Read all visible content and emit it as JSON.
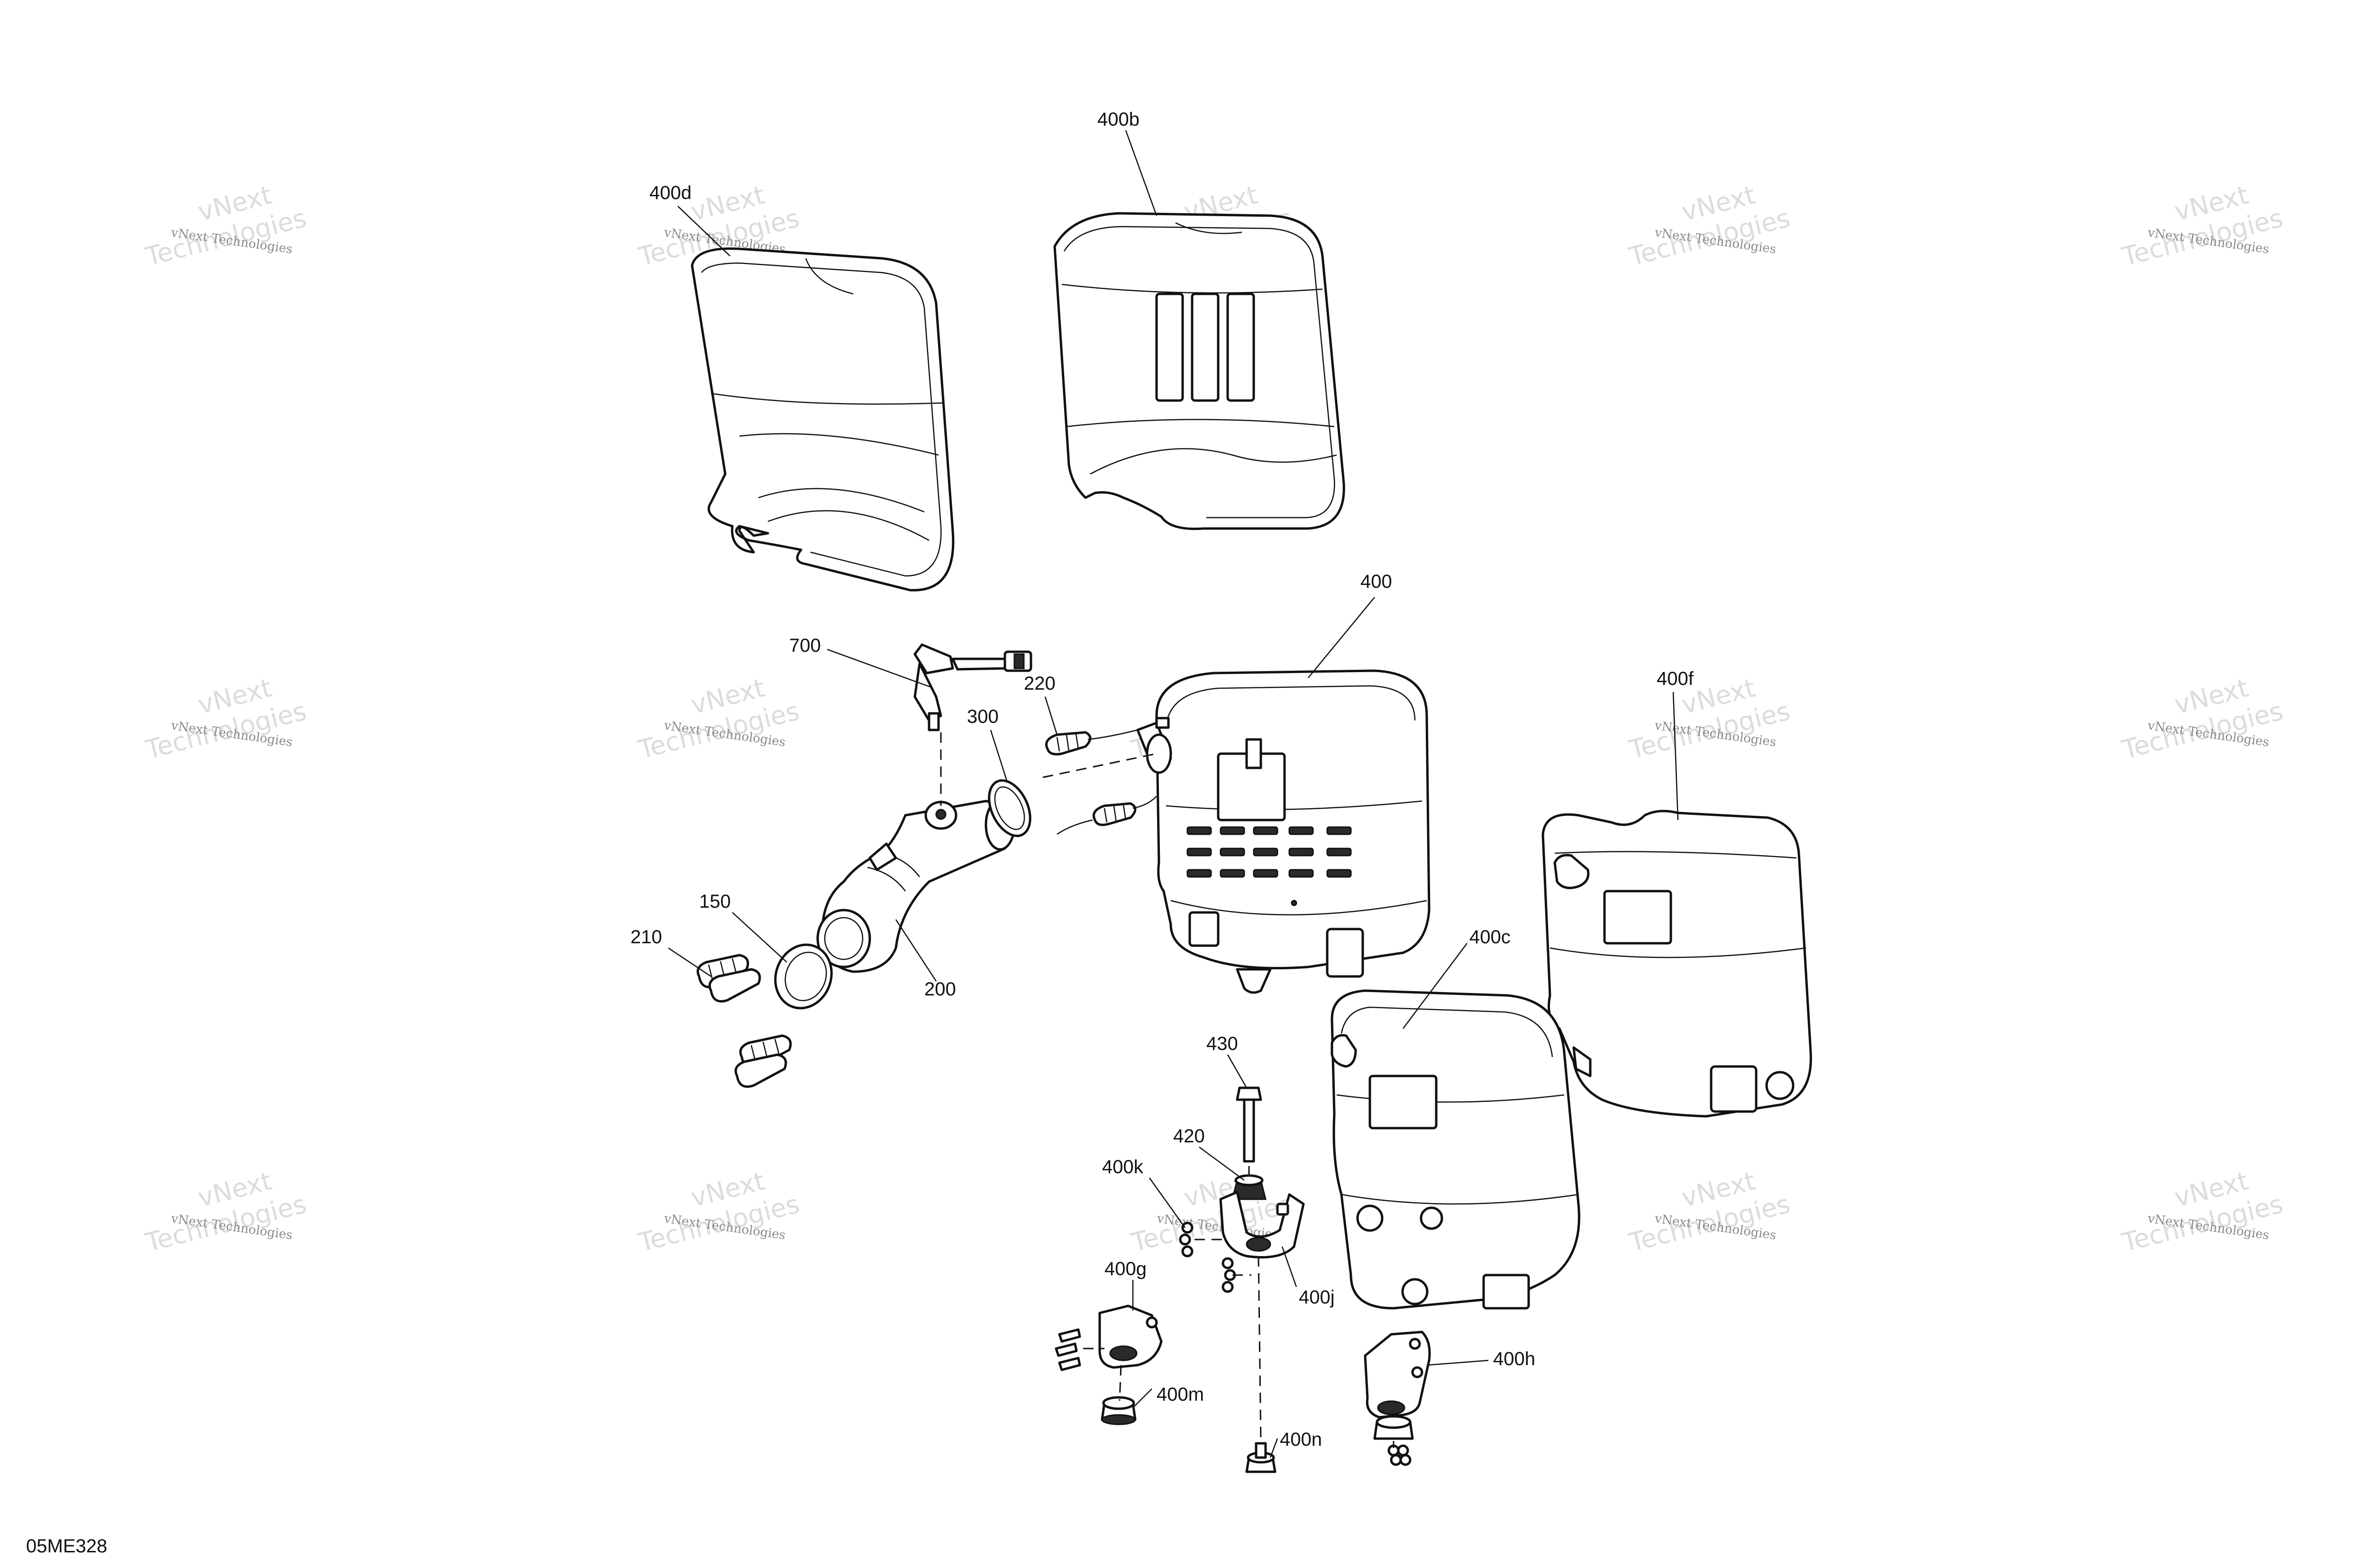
{
  "diagram_id": "05ME328",
  "watermark": {
    "line1": "vNext Technologies",
    "line2": "vNext",
    "line3": "Technologies"
  },
  "callouts": {
    "c400b": "400b",
    "c400d": "400d",
    "c400": "400",
    "c700": "700",
    "c220": "220",
    "c300": "300",
    "c400f": "400f",
    "c150": "150",
    "c210": "210",
    "c200": "200",
    "c400c": "400c",
    "c430": "430",
    "c420": "420",
    "c400k": "400k",
    "c400j": "400j",
    "c400g": "400g",
    "c400h": "400h",
    "c400m": "400m",
    "c400n": "400n"
  }
}
